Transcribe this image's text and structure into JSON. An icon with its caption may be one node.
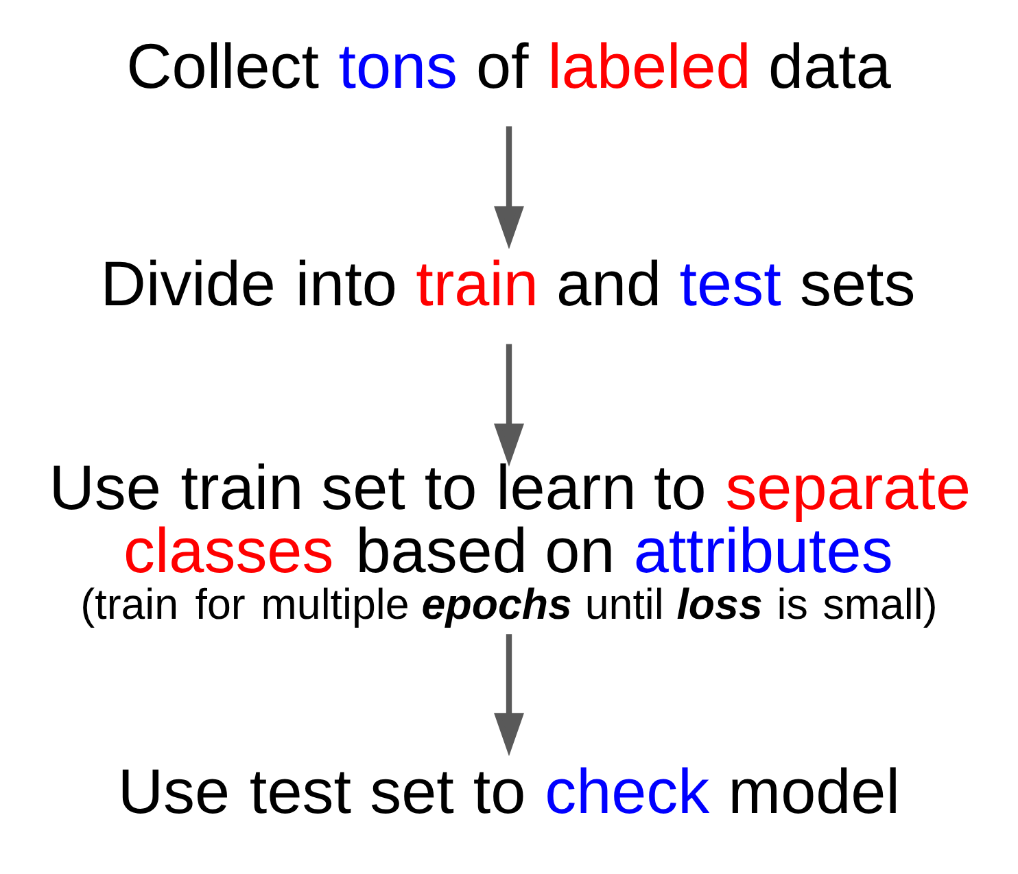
{
  "diagram": {
    "nodes": [
      {
        "text": [
          "Collect tons of labeled data"
        ]
      },
      {
        "text": [
          "Divide into train and test sets"
        ]
      },
      {
        "text": [
          "Use train set to learn to separate classes based on attributes",
          "(train for multiple **epochs** until **loss** is small)"
        ]
      },
      {
        "text": [
          "Use test set to check model"
        ]
      }
    ],
    "edges": [
      {
        "from": 0,
        "to": 1,
        "arrow": "to"
      },
      {
        "from": 1,
        "to": 2,
        "arrow": "to"
      },
      {
        "from": 2,
        "to": 3,
        "arrow": "to"
      }
    ]
  }
}
